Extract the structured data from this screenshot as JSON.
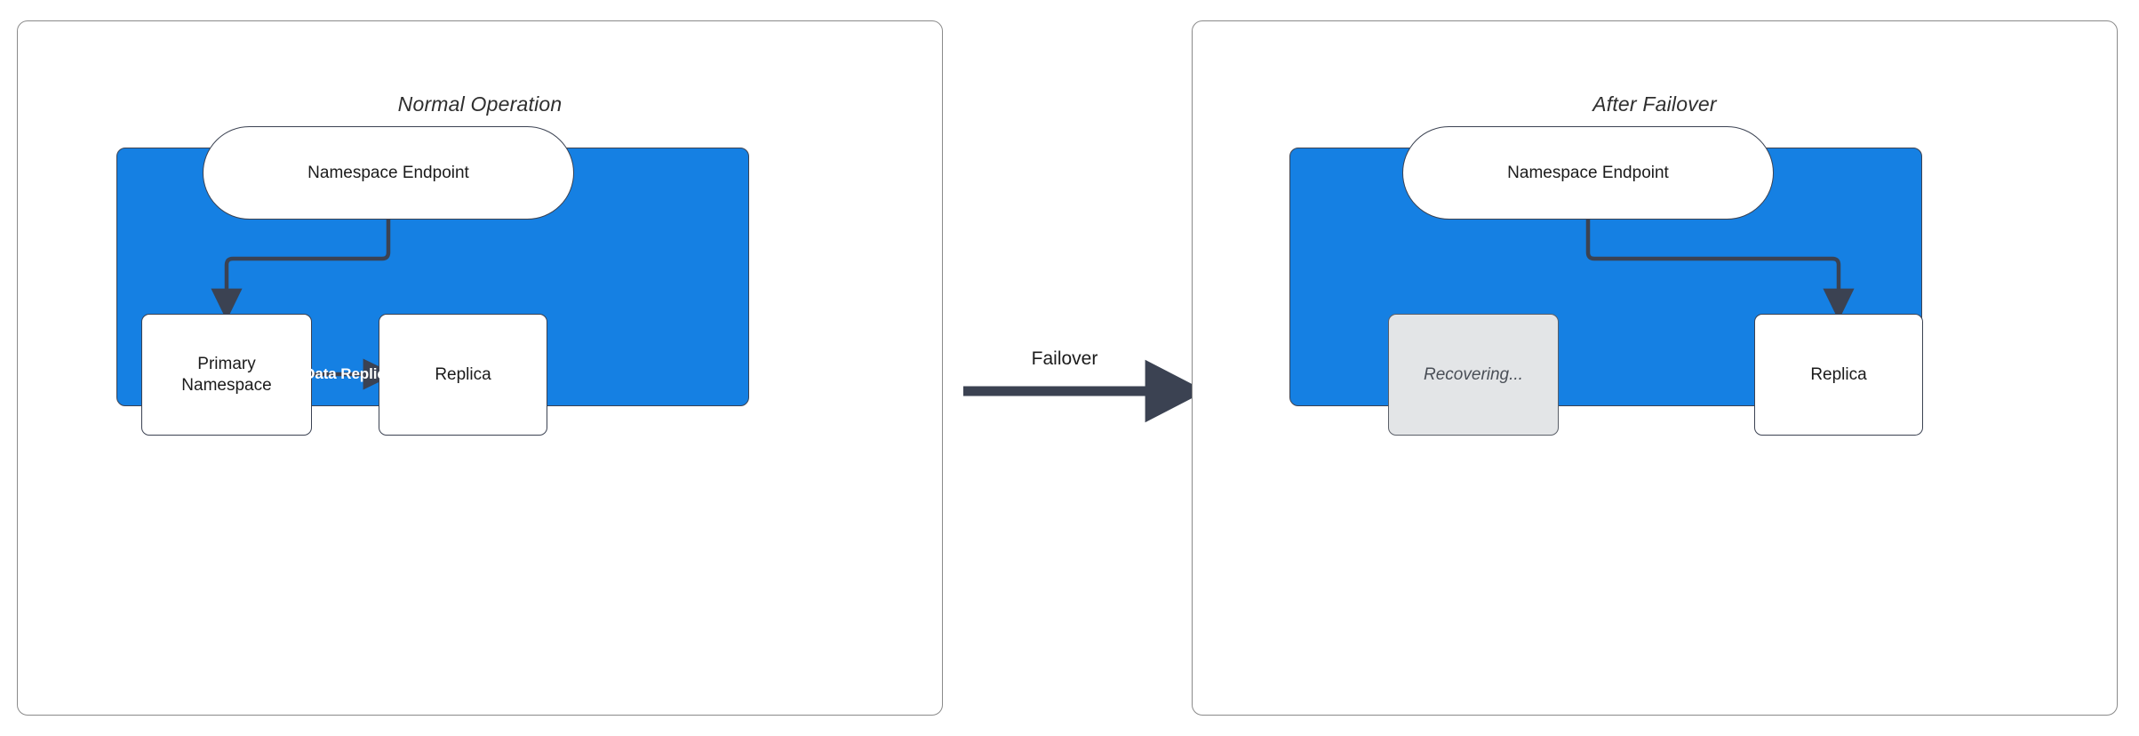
{
  "diagram": {
    "title_left": "Normal Operation",
    "title_right": "After Failover",
    "transition_label": "Failover",
    "accent_color": "#1580e3",
    "stroke_color": "#3b4252",
    "dim_color": "#e3e5e7"
  },
  "panels": [
    {
      "id": "normal-operation",
      "title": "Normal Operation",
      "nodes": [
        {
          "id": "namespace-endpoint",
          "label": "Namespace Endpoint",
          "shape": "pill",
          "state": "active"
        },
        {
          "id": "primary-namespace",
          "label": "Primary\nNamespace",
          "line1": "Primary",
          "line2": "Namespace",
          "shape": "box",
          "state": "active"
        },
        {
          "id": "replica",
          "label": "Replica",
          "shape": "box",
          "state": "active"
        }
      ],
      "edges": [
        {
          "from": "namespace-endpoint",
          "to": "primary-namespace",
          "label": ""
        },
        {
          "from": "primary-namespace",
          "to": "replica",
          "label": "Data Replication"
        }
      ]
    },
    {
      "id": "after-failover",
      "title": "After Failover",
      "nodes": [
        {
          "id": "namespace-endpoint",
          "label": "Namespace Endpoint",
          "shape": "pill",
          "state": "active"
        },
        {
          "id": "recovering",
          "label": "Recovering...",
          "shape": "box",
          "state": "dimmed"
        },
        {
          "id": "replica",
          "label": "Replica",
          "shape": "box",
          "state": "active"
        }
      ],
      "edges": [
        {
          "from": "namespace-endpoint",
          "to": "replica",
          "label": ""
        }
      ]
    }
  ]
}
